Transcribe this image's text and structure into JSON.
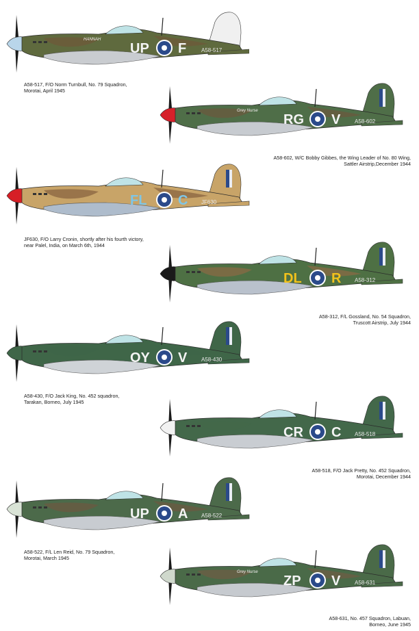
{
  "profiles": [
    {
      "serial": "A58-517",
      "codes_left": "UP",
      "code_right": "F",
      "nose_art": "HANNAH",
      "camo": {
        "base": "#5f6a3e",
        "patch": "#6d5a3a",
        "under": "#c9ccd0",
        "spinner": "#b9d6ea"
      },
      "caption": [
        "A58-517, F/O Norm Turnbull, No. 79 Squadron,",
        "Morotai, April 1945"
      ]
    },
    {
      "serial": "A58-602",
      "codes_left": "RG",
      "code_right": "V",
      "nose_art": "Grey Nurse",
      "camo": {
        "base": "#4f6e48",
        "patch": "#6a5a3e",
        "under": "#c7cbd0",
        "spinner": "#d6202a"
      },
      "caption": [
        "A58-602, W/C Bobby Gibbes, the Wing Leader of No. 80 Wing,",
        "Sattler Airstrip,December 1944"
      ]
    },
    {
      "serial": "JF630",
      "codes_left": "FL",
      "code_right": "C",
      "nose_art": "",
      "camo": {
        "base": "#c8a468",
        "patch": "#8a6440",
        "under": "#aebccc",
        "spinner": "#d61f26"
      },
      "caption": [
        "JF630,  F/O Larry Cronin, shortly after his fourth victory,",
        "near Palel, India, on March 6th, 1944"
      ]
    },
    {
      "serial": "A58-312",
      "codes_left": "DL",
      "code_right": "R",
      "nose_art": "",
      "camo": {
        "base": "#4e7044",
        "patch": "#8a6a44",
        "under": "#b9c1cc",
        "spinner": "#1a1a1a"
      },
      "caption": [
        "A58-312, F/L Gossland, No. 54 Squadron,",
        "Truscott Airstrip, July 1944"
      ]
    },
    {
      "serial": "A58-430",
      "codes_left": "OY",
      "code_right": "V",
      "nose_art": "",
      "camo": {
        "base": "#3f6648",
        "patch": "#3f6648",
        "under": "#cfd3d7",
        "spinner": "#3f6648"
      },
      "caption": [
        "A58-430, F/O Jack King, No. 452 squadron,",
        "Tarakan, Borneo, July 1945"
      ]
    },
    {
      "serial": "A58-518",
      "codes_left": "CR",
      "code_right": "C",
      "nose_art": "",
      "camo": {
        "base": "#43684a",
        "patch": "#43684a",
        "under": "#c9cdd2",
        "spinner": "#f2f2f2"
      },
      "caption": [
        "A58-518, F/O Jack Pretty, No. 452 Squadron,",
        "Morotai, December 1944"
      ]
    },
    {
      "serial": "A58-522",
      "codes_left": "UP",
      "code_right": "A",
      "nose_art": "",
      "camo": {
        "base": "#4c6a4a",
        "patch": "#6b5a42",
        "under": "#c8ccd1",
        "spinner": "#d9e3d6"
      },
      "caption": [
        "A58-522, F/L Len Reid, No. 79 Squadron,",
        "Morotai, March 1945"
      ]
    },
    {
      "serial": "A58-631",
      "codes_left": "ZP",
      "code_right": "V",
      "nose_art": "Grey Nurse",
      "camo": {
        "base": "#4a6a48",
        "patch": "#6d5e44",
        "under": "#c6cacf",
        "spinner": "#cfd8cc"
      },
      "caption": [
        "A58-631,  No. 457 Squadron, Labuan,",
        "Borneo, June 1945"
      ]
    }
  ]
}
